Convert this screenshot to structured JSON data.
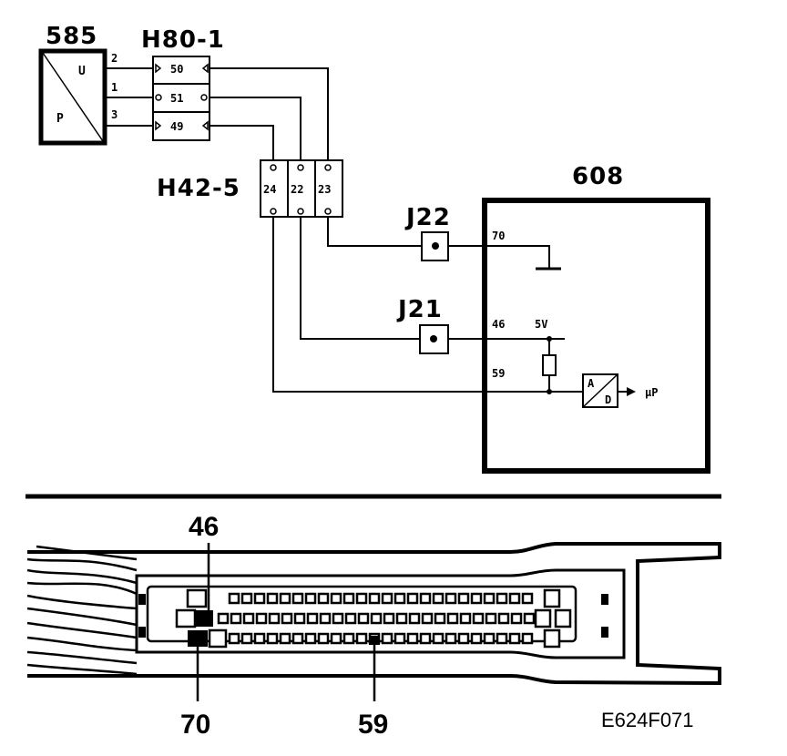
{
  "sensor": {
    "id": "585",
    "terminal_u": "U",
    "terminal_p": "P",
    "pins": [
      "2",
      "1",
      "3"
    ]
  },
  "connector_h80": {
    "id": "H80-1",
    "pins": [
      "50",
      "51",
      "49"
    ]
  },
  "connector_h42": {
    "id": "H42-5",
    "pins": [
      "24",
      "22",
      "23"
    ]
  },
  "junction_j22": "J22",
  "junction_j21": "J21",
  "ecu": {
    "id": "608",
    "pin_70": "70",
    "pin_46": "46",
    "pin_59": "59",
    "supply": "5V",
    "ad_top": "A",
    "ad_bottom": "D",
    "mp": "μP"
  },
  "plug_view": {
    "callout_46": "46",
    "callout_70": "70",
    "callout_59": "59"
  },
  "reference": "E624F071"
}
